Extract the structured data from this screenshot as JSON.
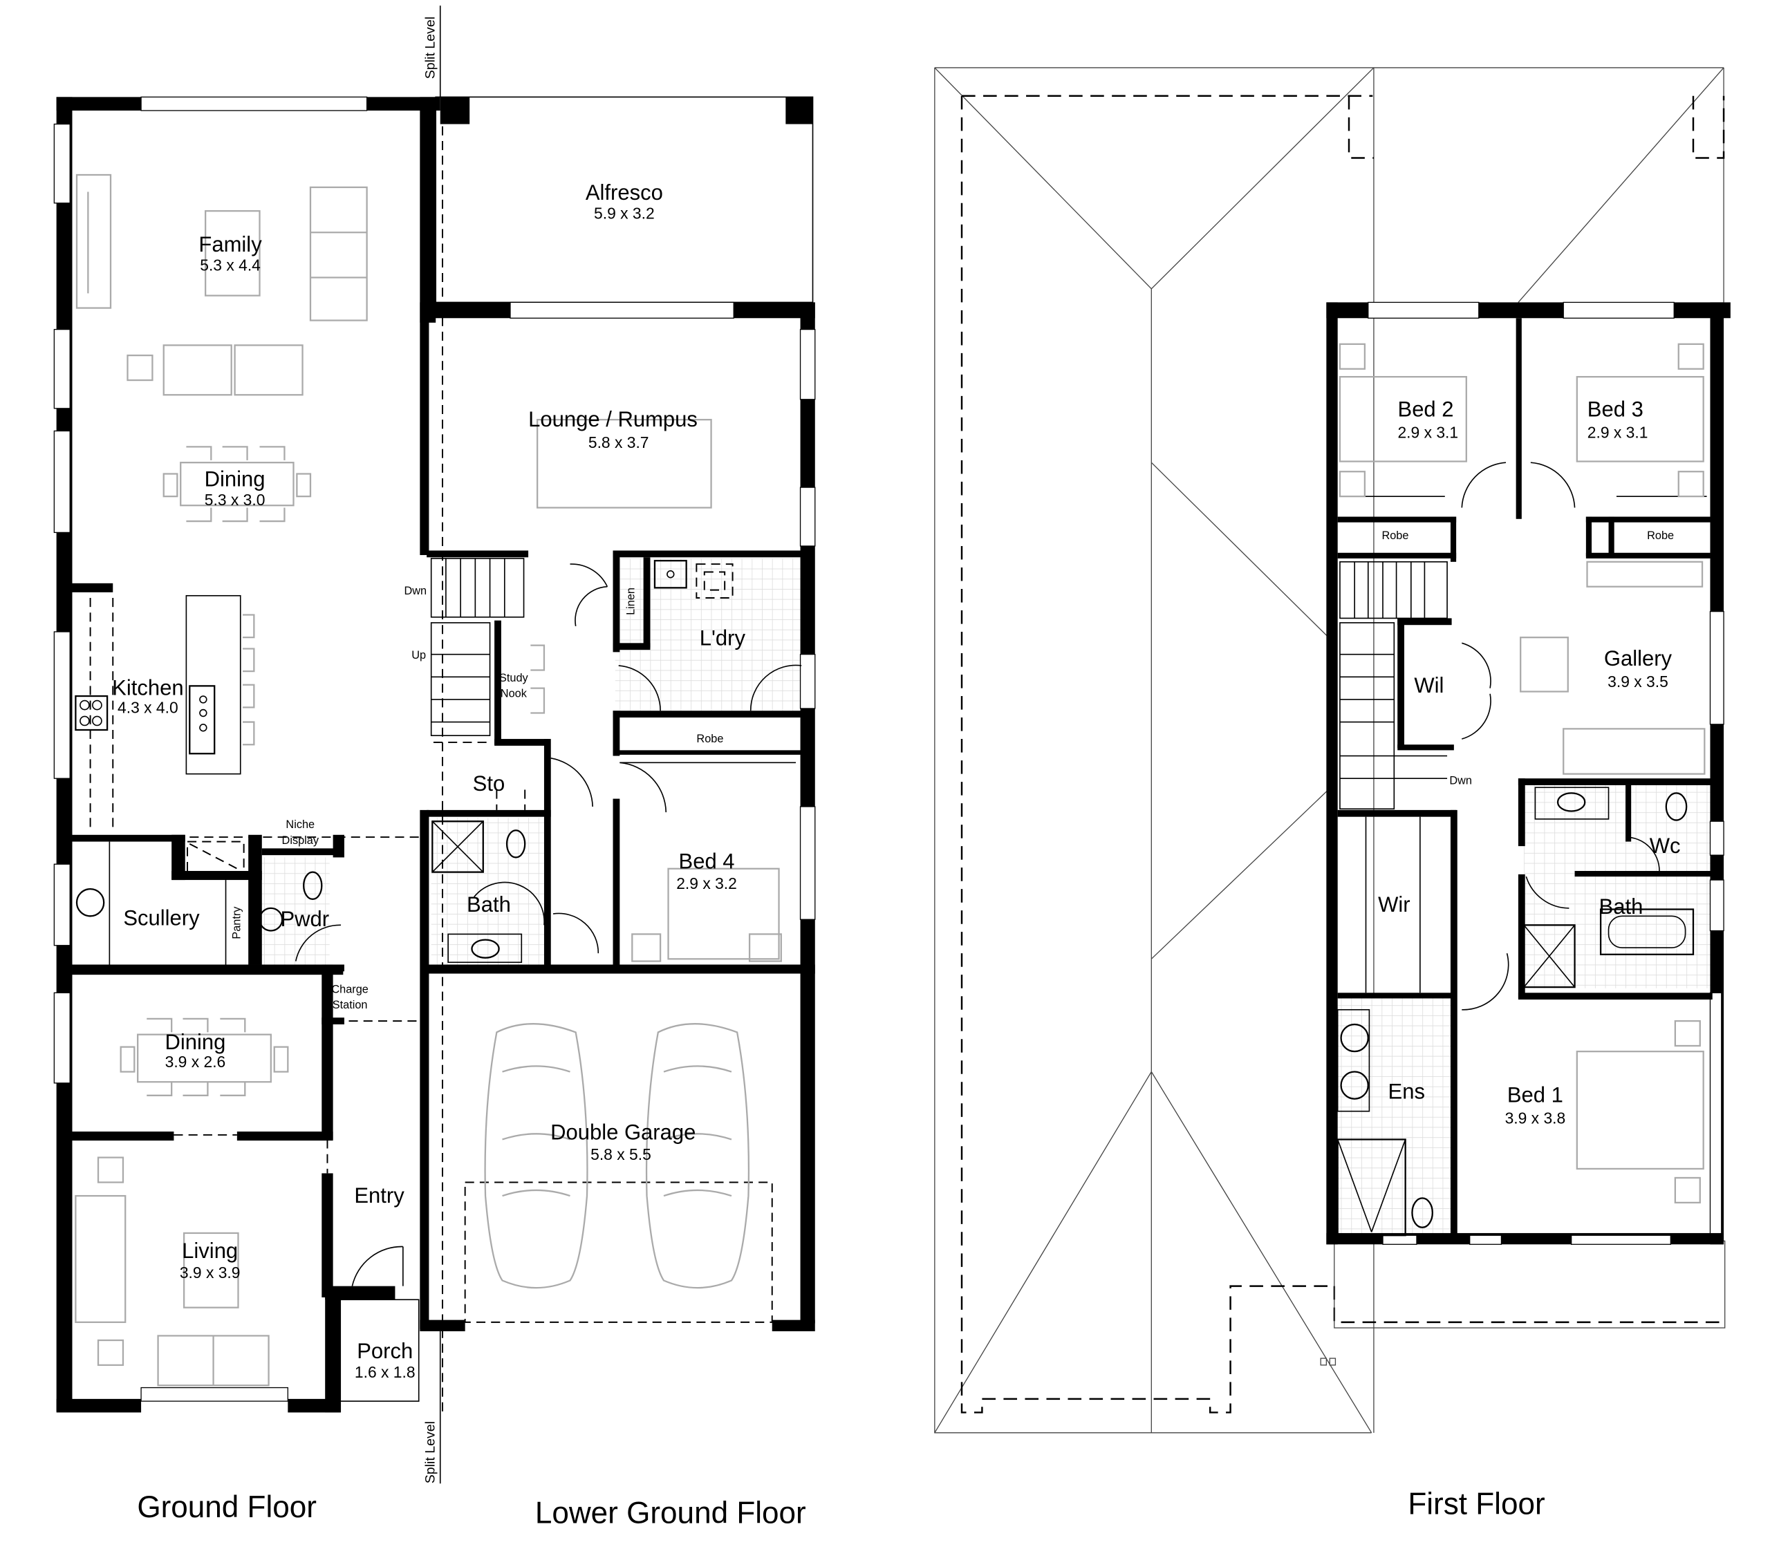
{
  "ground_floor": {
    "title": "Ground Floor",
    "rooms": {
      "family": {
        "name": "Family",
        "dim": "5.3 x 4.4"
      },
      "dining_main": {
        "name": "Dining",
        "dim": "5.3 x 3.0"
      },
      "kitchen": {
        "name": "Kitchen",
        "dim": "4.3 x 4.0"
      },
      "scullery": {
        "name": "Scullery"
      },
      "pantry": {
        "name": "Pantry"
      },
      "niche": {
        "name": "Niche",
        "name2": "Display"
      },
      "powder": {
        "name": "Pwdr"
      },
      "charge": {
        "name": "Charge",
        "name2": "Station"
      },
      "dining_front": {
        "name": "Dining",
        "dim": "3.9 x 2.6"
      },
      "living": {
        "name": "Living",
        "dim": "3.9 x 3.9"
      },
      "entry": {
        "name": "Entry"
      },
      "porch": {
        "name": "Porch",
        "dim": "1.6 x 1.8"
      }
    }
  },
  "lower_ground_floor": {
    "title": "Lower Ground Floor",
    "rooms": {
      "alfresco": {
        "name": "Alfresco",
        "dim": "5.9 x 3.2"
      },
      "lounge": {
        "name": "Lounge / Rumpus",
        "dim": "5.8 x 3.7"
      },
      "linen": {
        "name": "Linen"
      },
      "laundry": {
        "name": "L'dry"
      },
      "study": {
        "name": "Study",
        "name2": "Nook"
      },
      "robe": {
        "name": "Robe"
      },
      "store": {
        "name": "Sto"
      },
      "bath": {
        "name": "Bath"
      },
      "bed4": {
        "name": "Bed 4",
        "dim": "2.9 x 3.2"
      },
      "garage": {
        "name": "Double Garage",
        "dim": "5.8 x 5.5"
      }
    },
    "stairs": {
      "down": "Dwn",
      "up": "Up"
    }
  },
  "first_floor": {
    "title": "First Floor",
    "rooms": {
      "bed2": {
        "name": "Bed 2",
        "dim": "2.9 x 3.1"
      },
      "bed3": {
        "name": "Bed 3",
        "dim": "2.9 x 3.1"
      },
      "robe2": {
        "name": "Robe"
      },
      "robe3": {
        "name": "Robe"
      },
      "gallery": {
        "name": "Gallery",
        "dim": "3.9 x 3.5"
      },
      "wil": {
        "name": "Wil"
      },
      "wc": {
        "name": "Wc"
      },
      "bath": {
        "name": "Bath"
      },
      "wir": {
        "name": "Wir"
      },
      "ensuite": {
        "name": "Ens"
      },
      "bed1": {
        "name": "Bed 1",
        "dim": "3.9 x 3.8"
      }
    },
    "stairs": {
      "down": "Dwn"
    }
  },
  "split_level_label": "Split Level"
}
